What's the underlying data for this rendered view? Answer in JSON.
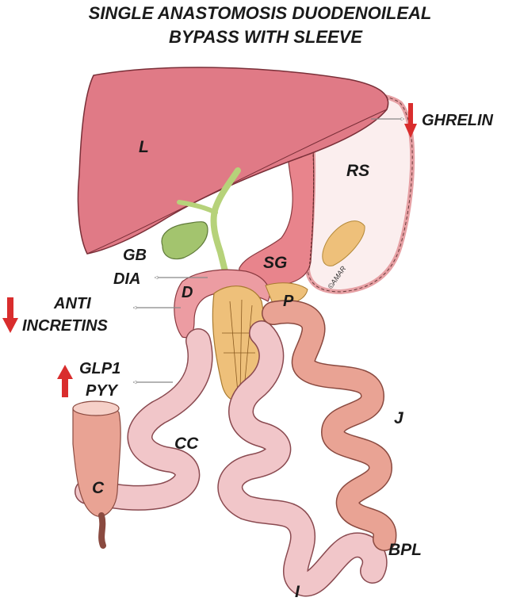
{
  "title": {
    "line1": "SINGLE ANASTOMOSIS DUODENOILEAL",
    "line2": "BYPASS WITH SLEEVE"
  },
  "labels": {
    "liver": "L",
    "gallbladder": "GB",
    "dia": "DIA",
    "duodenum": "D",
    "sleeve_gastrectomy": "SG",
    "removed_stomach": "RS",
    "pancreas": "P",
    "jejunum": "J",
    "ileum": "I",
    "biliopancreatic_limb": "BPL",
    "common_channel": "CC",
    "colon": "C"
  },
  "hormones": {
    "ghrelin": {
      "text": "GHRELIN",
      "direction": "down",
      "arrow_icon": "down-arrow-icon"
    },
    "anti_incretins": {
      "line1": "ANTI",
      "line2": "INCRETINS",
      "direction": "down",
      "arrow_icon": "down-arrow-icon"
    },
    "glp1_pyy": {
      "line1": "GLP1",
      "line2": "PYY",
      "direction": "up",
      "arrow_icon": "up-arrow-icon"
    }
  },
  "signature": "©AMAR",
  "colors": {
    "liver": "#e07a86",
    "stomach": "#e8848c",
    "removed_stomach_outline": "#e6a0a4",
    "bowel_pink": "#f1c6c9",
    "jejunum": "#e9a394",
    "pancreas": "#eec07a",
    "gallbladder": "#a3c46e",
    "bile_duct": "#b6d27a",
    "arrow_red": "#d92d2d",
    "arrow_outline": "#888888"
  }
}
